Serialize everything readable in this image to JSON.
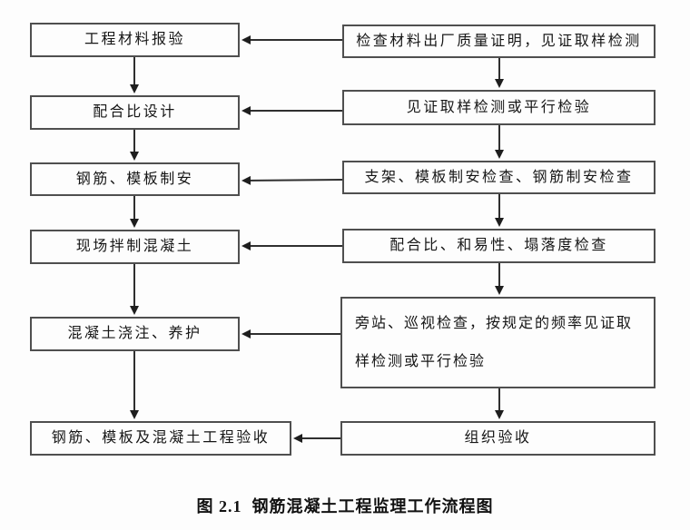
{
  "diagram": {
    "left_column": [
      {
        "label": "工程材料报验"
      },
      {
        "label": "配合比设计"
      },
      {
        "label": "钢筋、模板制安"
      },
      {
        "label": "现场拌制混凝土"
      },
      {
        "label": "混凝土浇注、养护"
      },
      {
        "label": "钢筋、模板及混凝土工程验收"
      }
    ],
    "right_column": [
      {
        "label": "检查材料出厂质量证明，见证取样检测"
      },
      {
        "label": "见证取样检测或平行检验"
      },
      {
        "label": "支架、模板制安检查、钢筋制安检查"
      },
      {
        "label": "配合比、和易性、塌落度检查"
      },
      {
        "label": "旁站、巡视检查，按规定的频率见证取样检测或平行检验"
      },
      {
        "label": "组织验收"
      }
    ],
    "caption": "图 2.1  钢筋混凝土工程监理工作流程图",
    "colors": {
      "line": "#2f2f2f",
      "box_border": "#4f4f4f",
      "text": "#161616",
      "background": "#fdfdfd"
    }
  }
}
